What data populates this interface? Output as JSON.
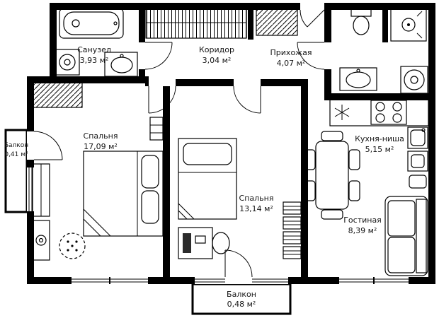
{
  "title": "Apartment floor plan",
  "colors": {
    "wall": "#000000",
    "background": "#ffffff",
    "text": "#141414"
  },
  "rooms": [
    {
      "id": "sanuzel",
      "name": "Санузел",
      "area": "3,93 м²"
    },
    {
      "id": "koridor",
      "name": "Коридор",
      "area": "3,04 м²"
    },
    {
      "id": "prihozhaya",
      "name": "Прихожая",
      "area": "4,07 м²"
    },
    {
      "id": "balkon-left",
      "name": "Балкон",
      "area": "0,41 м²"
    },
    {
      "id": "spalnya-1",
      "name": "Спальня",
      "area": "17,09 м²"
    },
    {
      "id": "spalnya-2",
      "name": "Спальня",
      "area": "13,14 м²"
    },
    {
      "id": "kuhnya-nisha",
      "name": "Кухня-ниша",
      "area": "5,15 м²"
    },
    {
      "id": "gostinaya",
      "name": "Гостиная",
      "area": "8,39 м²"
    },
    {
      "id": "balkon-bottom",
      "name": "Балкон",
      "area": "0,48 м²"
    }
  ]
}
